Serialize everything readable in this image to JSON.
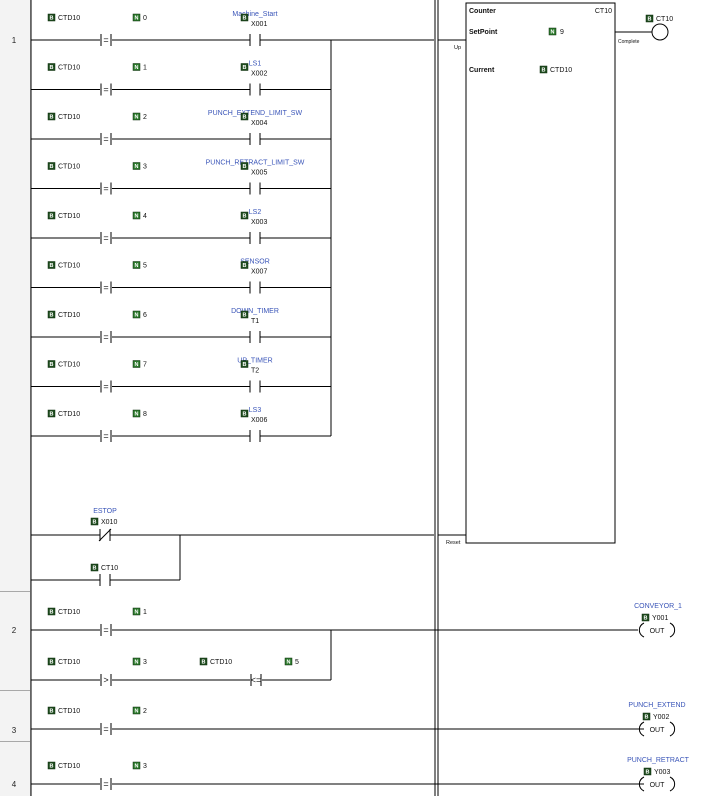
{
  "colors": {
    "wire": "#000000",
    "label": "#3a55b8",
    "chip_b": "#1f4d1f",
    "chip_n": "#2d7a2d",
    "gutter": "#f3f3f3",
    "rail": "#c8c8c8"
  },
  "rung_numbers": [
    "1",
    "2",
    "3",
    "4"
  ],
  "counter": {
    "title": "Counter",
    "tag": "CT10",
    "setpoint_label": "SetPoint",
    "setpoint_value": "9",
    "current_label": "Current",
    "current_value": "CTD10",
    "up_label": "Up",
    "reset_label": "Reset",
    "complete_label": "Complete",
    "coil_tag": "CT10"
  },
  "compare_rows": [
    {
      "left": "CTD10",
      "right": "0",
      "op": "=",
      "name": "Machine_Start",
      "addr": "X001"
    },
    {
      "left": "CTD10",
      "right": "1",
      "op": "=",
      "name": "LS1",
      "addr": "X002"
    },
    {
      "left": "CTD10",
      "right": "2",
      "op": "=",
      "name": "PUNCH_EXTEND_LIMIT_SW",
      "addr": "X004"
    },
    {
      "left": "CTD10",
      "right": "3",
      "op": "=",
      "name": "PUNCH_RETRACT_LIMIT_SW",
      "addr": "X005"
    },
    {
      "left": "CTD10",
      "right": "4",
      "op": "=",
      "name": "LS2",
      "addr": "X003"
    },
    {
      "left": "CTD10",
      "right": "5",
      "op": "=",
      "name": "SENSOR",
      "addr": "X007"
    },
    {
      "left": "CTD10",
      "right": "6",
      "op": "=",
      "name": "DOWN_TIMER",
      "addr": "T1"
    },
    {
      "left": "CTD10",
      "right": "7",
      "op": "=",
      "name": "UP_TIMER",
      "addr": "T2"
    },
    {
      "left": "CTD10",
      "right": "8",
      "op": "=",
      "name": "LS3",
      "addr": "X006"
    }
  ],
  "reset_branch": {
    "estop_name": "ESTOP",
    "estop_addr": "X010",
    "ct_tag": "CT10"
  },
  "rung2": {
    "row1": {
      "left": "CTD10",
      "right": "1",
      "op": "="
    },
    "row2": {
      "left": "CTD10",
      "right": "3",
      "op": ">",
      "left2": "CTD10",
      "right2": "5",
      "op2": "<="
    },
    "coil_name": "CONVEYOR_1",
    "coil_addr": "Y001",
    "coil_text": "OUT"
  },
  "rung3": {
    "left": "CTD10",
    "right": "2",
    "op": "=",
    "coil_name": "PUNCH_EXTEND",
    "coil_addr": "Y002",
    "coil_text": "OUT"
  },
  "rung4": {
    "left": "CTD10",
    "right": "3",
    "op": "=",
    "coil_name": "PUNCH_RETRACT",
    "coil_addr": "Y003",
    "coil_text": "OUT"
  }
}
